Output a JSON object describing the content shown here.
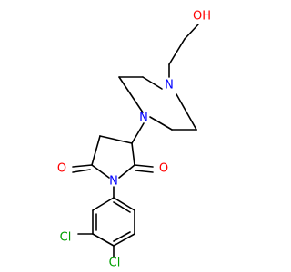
{
  "molecule": {
    "labels": {
      "oxygen_hydroxyl": "OH",
      "nitrogen_piperazine_top": "N",
      "nitrogen_piperazine_bottom": "N",
      "nitrogen_imide": "N",
      "oxygen_carbonyl_left": "O",
      "oxygen_carbonyl_right": "O",
      "chlorine_meta": "Cl",
      "chlorine_para": "Cl"
    },
    "colors": {
      "bond": "#000000",
      "oxygen": "#ff0000",
      "nitrogen": "#0000ff",
      "chlorine": "#00a000"
    }
  }
}
